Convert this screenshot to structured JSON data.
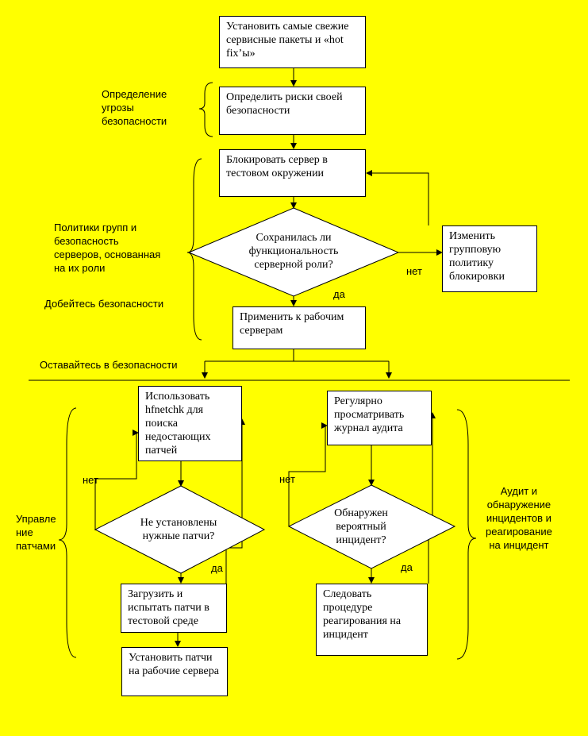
{
  "colors": {
    "background": "#ffff00",
    "box_fill": "#ffffff",
    "line": "#000000"
  },
  "top": {
    "install_packs": "Установить самые свежие сервисные пакеты и «hot fix’ы»",
    "threat_label": "Определение\nугрозы\nбезопасности",
    "define_risks": "Определить риски своей безопасности",
    "block_server": "Блокировать сервер в тестовом окружении",
    "decision_role": "Сохранилась ли\nфункциональность\nсерверной  роли?",
    "no_label": "нет",
    "yes_label": "да",
    "change_policy": "Изменить групповую политику блокировки",
    "apply_servers": "Применить к рабочим серверам",
    "policies_label": "Политики групп и\nбезопасность\nсерверов, основанная\nна их роли",
    "achieve_label": "Добейтесь безопасности",
    "stay_label": "Оставайтесь в  безопасности"
  },
  "left": {
    "use_hfnetchk": "Использовать hfnetchk для поиска недостающих патчей",
    "decision_patches": "Не установлены\nнужные патчи?",
    "no_label": "нет",
    "yes_label": "да",
    "download_test": "Загрузить и испытать патчи в тестовой среде",
    "install_patches": "Установить патчи на рабочие сервера",
    "section_label": "Управле\nние\nпатчами"
  },
  "right": {
    "review_audit": "Регулярно просматривать журнал аудита",
    "decision_incident": "Обнаружен\nвероятный\nинцидент?",
    "no_label": "нет",
    "yes_label": "да",
    "follow_procedure": "Следовать процедуре реагирования на инцидент",
    "section_label": "Аудит и\nобнаружение\nинцидентов и\nреагирование\nна инцидент"
  }
}
